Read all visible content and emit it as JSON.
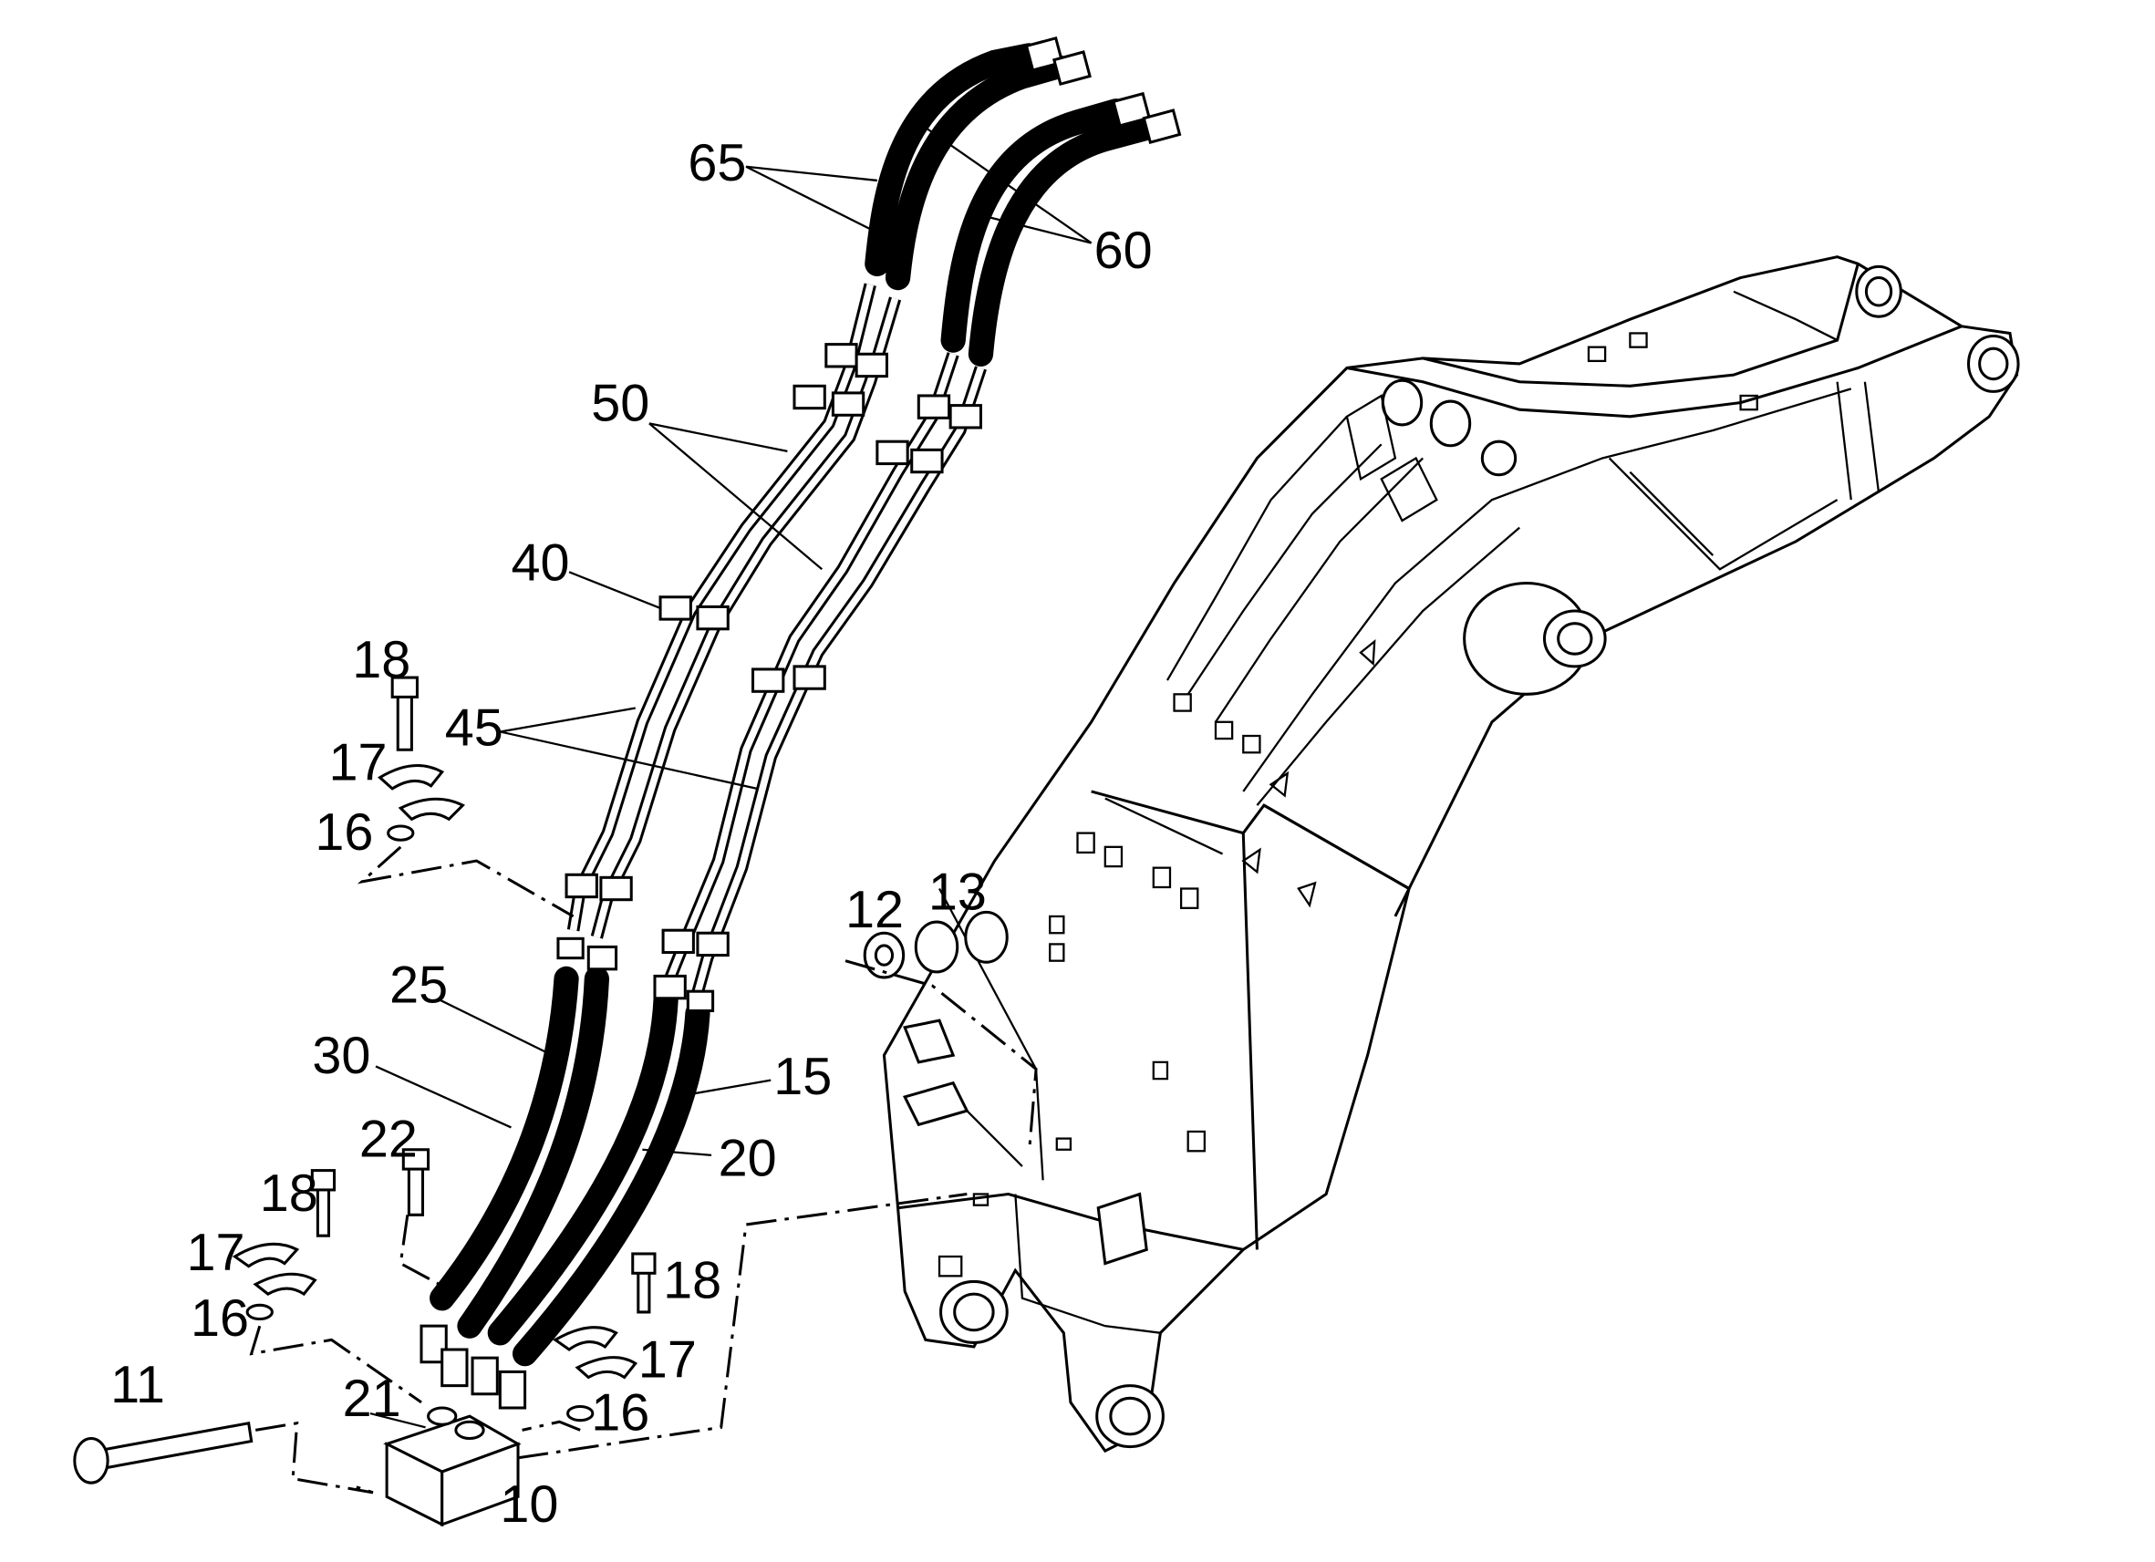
{
  "callouts": {
    "c10": "10",
    "c11": "11",
    "c12": "12",
    "c13": "13",
    "c15": "15",
    "c16a": "16",
    "c16b": "16",
    "c16c": "16",
    "c17a": "17",
    "c17b": "17",
    "c17c": "17",
    "c18a": "18",
    "c18b": "18",
    "c18c": "18",
    "c20": "20",
    "c21": "21",
    "c22": "22",
    "c25": "25",
    "c30": "30",
    "c40": "40",
    "c45": "45",
    "c50": "50",
    "c60": "60",
    "c65": "65"
  }
}
